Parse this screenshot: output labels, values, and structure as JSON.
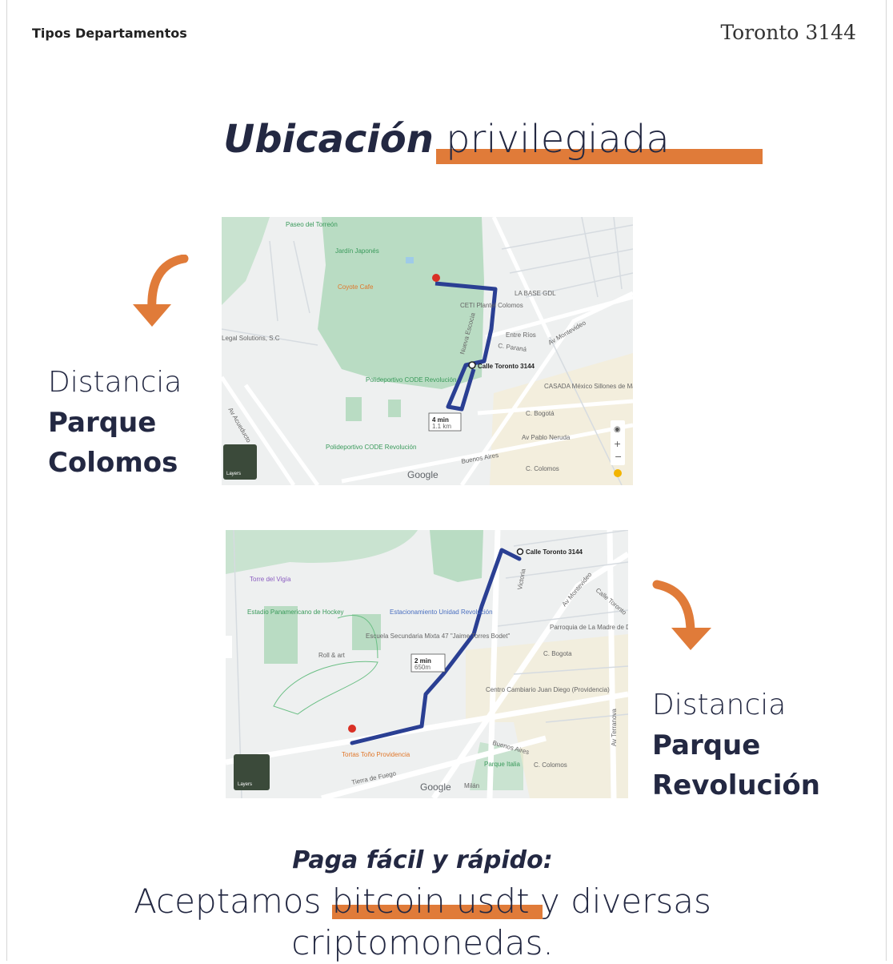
{
  "header": {
    "section": "Tipos Departamentos",
    "property": "Toronto 3144"
  },
  "title": {
    "bold": "Ubicación",
    "light": "privilegiada"
  },
  "colors": {
    "accent": "#e07b39",
    "navy": "#232842",
    "route": "#2a3f93",
    "park": "#b9dcc3"
  },
  "map1": {
    "labels": [
      "Paseo del Torreón",
      "Jardín Japonés",
      "Coyote Cafe",
      "CETI Plantel Colomos",
      "LA BASE GDL",
      "Calle Toronto 3144",
      "Polideportivo CODE Revolución",
      "Entre Ríos",
      "Av Montevideo",
      "CASADA México Sillones de Masajes",
      "C. Bogotá",
      "Av Pablo Neruda",
      "Buenos Aires",
      "C. Colomos",
      "Legal Solutions, S.C",
      "Av Acueducto",
      "Polideportivo CODE Revolución",
      "C. Paraná",
      "Nueva Escocia"
    ],
    "travel_time": "4 min",
    "distance": "1.1 km",
    "brand": "Google",
    "layers": "Layers"
  },
  "map2": {
    "labels": [
      "Calle Toronto 3144",
      "Torre del Vigía",
      "Estadio Panamericano de Hockey",
      "Estacionamiento Unidad Revolución",
      "Escuela Secundaria Mixta 47 \"Jaime Torres Bodet\"",
      "Roll & art",
      "C. Bogota",
      "Parroquia de La Madre de Dios",
      "Centro Cambiario Juan Diego (Providencia)",
      "Tortas Toño Providencia",
      "Buenos Aires",
      "C. Colomos",
      "Tierra de Fuego",
      "Milán",
      "Av Terranova",
      "Av Montevideo",
      "Calle Toronto",
      "Victoria",
      "Parque Italia"
    ],
    "travel_time": "2 min",
    "distance": "650m",
    "brand": "Google",
    "layers": "Layers"
  },
  "block1": {
    "label": "Distancia",
    "line1": "Parque",
    "line2": "Colomos"
  },
  "block2": {
    "label": "Distancia",
    "line1": "Parque",
    "line2": "Revolución"
  },
  "payment": {
    "heading": "Paga fácil y rápido:",
    "line1_pre": "Aceptamos ",
    "line1_highlight": "bitcoin usdt",
    "line1_post": " y diversas",
    "line2": "criptomonedas."
  }
}
